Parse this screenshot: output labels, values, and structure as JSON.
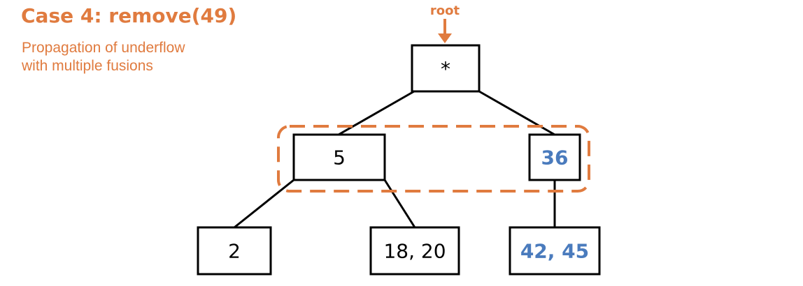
{
  "title": "Case 4: remove(49)",
  "subtitle_line1": "Propagation of underflow",
  "subtitle_line2": "with multiple fusions",
  "root_label": "root",
  "nodes": {
    "root": "*",
    "left_internal": "5",
    "right_internal": "36",
    "leaf_1": "2",
    "leaf_2": "18, 20",
    "leaf_3": "42, 45"
  },
  "colors": {
    "accent_orange": "#e07b3f",
    "highlight_blue": "#4a7bbd",
    "edge_black": "#000000"
  }
}
